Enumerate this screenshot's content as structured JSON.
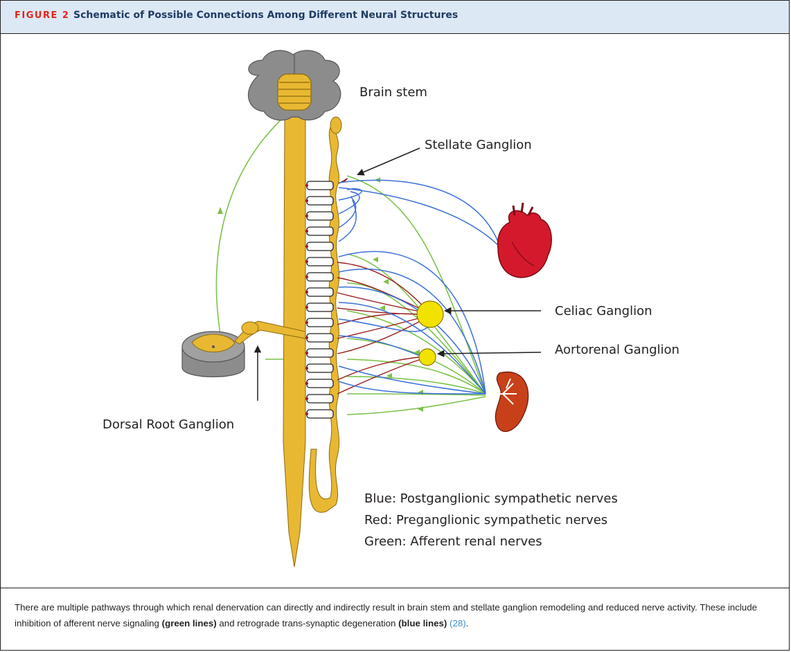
{
  "figure": {
    "label": "FIGURE 2",
    "title": "Schematic of Possible Connections Among Different Neural Structures"
  },
  "labels": {
    "brain_stem": "Brain stem",
    "stellate": "Stellate Ganglion",
    "celiac": "Celiac Ganglion",
    "aortorenal": "Aortorenal Ganglion",
    "drg": "Dorsal Root Ganglion"
  },
  "legend": {
    "blue": "Blue: Postganglionic sympathetic nerves",
    "red": "Red: Preganglionic sympathetic nerves",
    "green": "Green: Afferent renal nerves"
  },
  "caption": {
    "part1": "There are multiple pathways through which renal denervation can directly and indirectly result in brain stem and stellate ganglion remodeling and reduced nerve activity. These include inhibition of afferent nerve signaling ",
    "green_bold": "(green lines)",
    "part2": " and retrograde trans-synaptic degeneration ",
    "blue_bold": "(blue lines)",
    "part3": " ",
    "ref": "(28)",
    "end": "."
  },
  "colors": {
    "cord": "#e8b832",
    "cord_stroke": "#8a6a10",
    "brain_gray": "#8c8c8c",
    "heart": "#d4192c",
    "kidney": "#c8401a",
    "blue": "#3a6fd8",
    "red": "#9b1b1b",
    "green": "#7cc24a",
    "ganglion": "#f2e200"
  }
}
